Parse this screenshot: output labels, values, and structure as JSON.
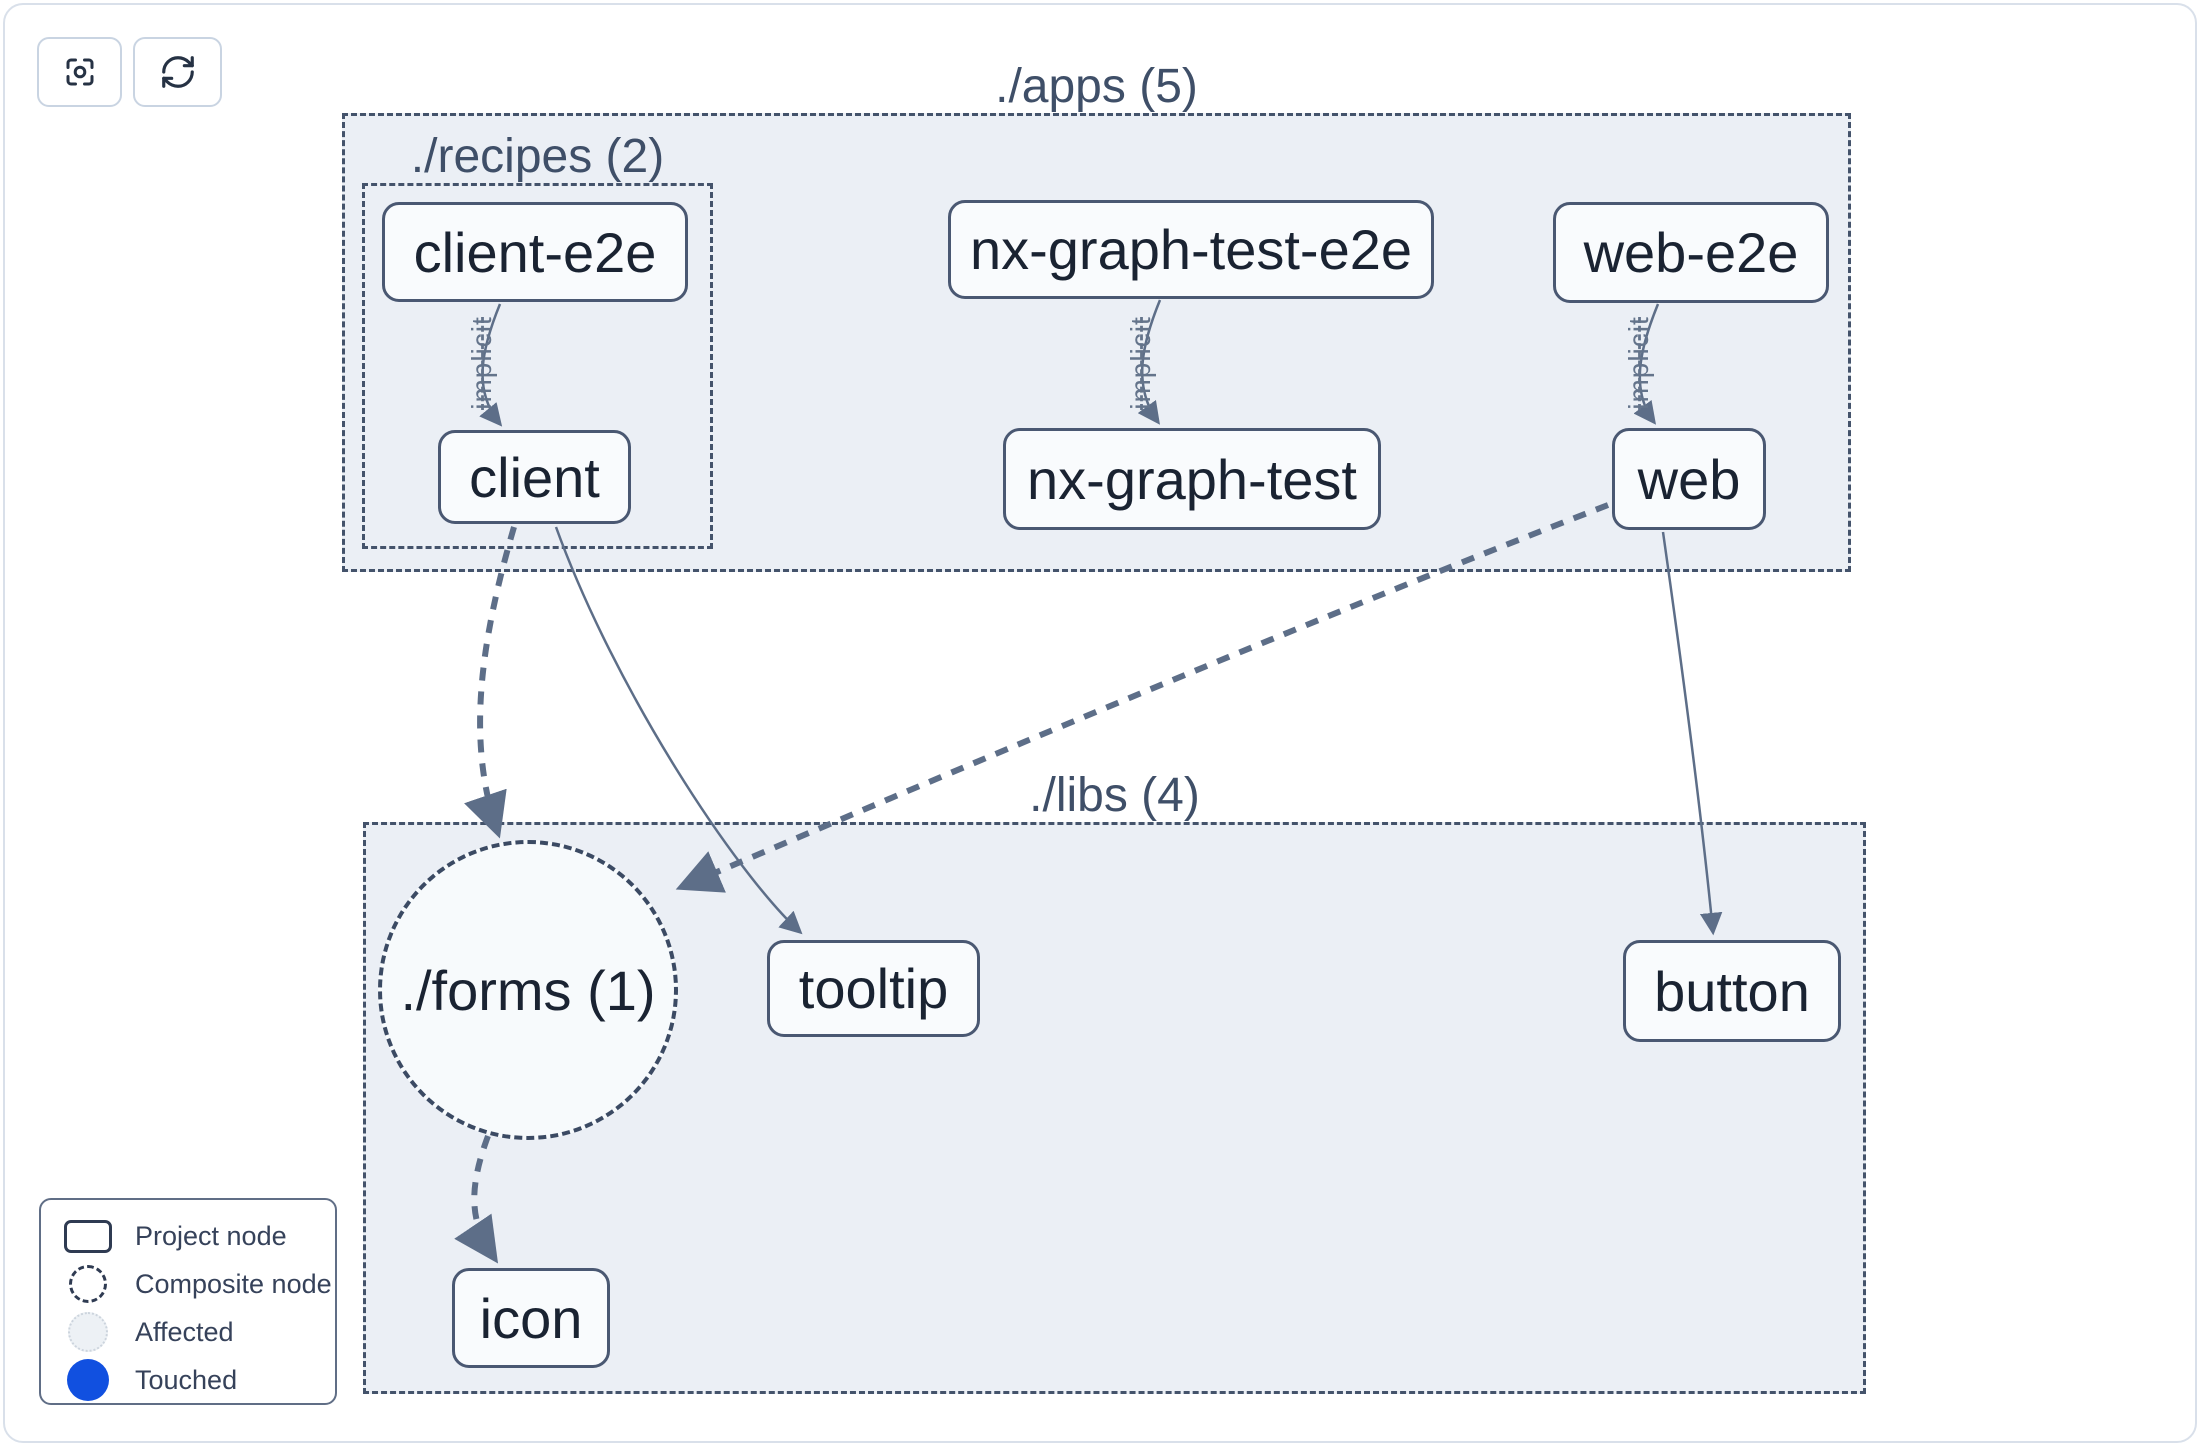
{
  "toolbar": {
    "focus_button_icon": "focus-scan-icon",
    "refresh_button_icon": "refresh-icon"
  },
  "groups": {
    "apps": {
      "label": "./apps (5)"
    },
    "recipes": {
      "label": "./recipes (2)"
    },
    "libs": {
      "label": "./libs (4)"
    }
  },
  "composite_nodes": {
    "forms": {
      "label": "./forms (1)"
    }
  },
  "nodes": {
    "client_e2e": {
      "label": "client-e2e"
    },
    "client": {
      "label": "client"
    },
    "nx_graph_test_e2e": {
      "label": "nx-graph-test-e2e"
    },
    "nx_graph_test": {
      "label": "nx-graph-test"
    },
    "web_e2e": {
      "label": "web-e2e"
    },
    "web": {
      "label": "web"
    },
    "tooltip": {
      "label": "tooltip"
    },
    "button": {
      "label": "button"
    },
    "icon": {
      "label": "icon"
    }
  },
  "edges": {
    "implicit_label": "implicit"
  },
  "legend": {
    "items": [
      {
        "label": "Project node",
        "swatch": "project-node-swatch"
      },
      {
        "label": "Composite node",
        "swatch": "composite-node-swatch"
      },
      {
        "label": "Affected",
        "swatch": "affected-swatch"
      },
      {
        "label": "Touched",
        "swatch": "touched-swatch"
      }
    ]
  },
  "colors": {
    "touched": "#1150e0",
    "affected_fill": "#edf1f5",
    "group_fill": "#ebeff5",
    "node_fill": "#f9fbfd",
    "node_border": "#4a5872",
    "dashed_border": "#44536b",
    "edge": "#5d6e88",
    "label_slate": "#3f4f68",
    "node_text": "#1a2332"
  }
}
